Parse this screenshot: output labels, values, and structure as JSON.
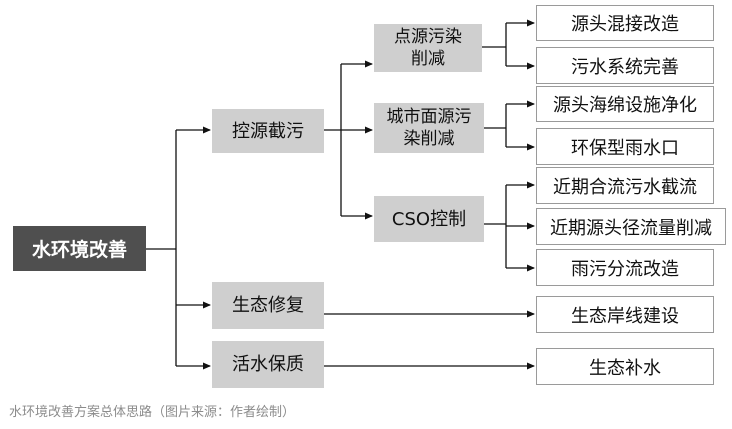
{
  "root": "水环境改善",
  "level1": {
    "control": "控源截污",
    "ecology": "生态修复",
    "water": "活水保质"
  },
  "level2": {
    "point": "点源污染削减",
    "urban": "城市面源污染削减",
    "cso": "CSO控制"
  },
  "leaves": {
    "l1": "源头混接改造",
    "l2": "污水系统完善",
    "l3": "源头海绵设施净化",
    "l4": "环保型雨水口",
    "l5": "近期合流污水截流",
    "l6": "近期源头径流量削减",
    "l7": "雨污分流改造",
    "l8": "生态岸线建设",
    "l9": "生态补水"
  },
  "caption": "水环境改善方案总体思路（图片来源：作者绘制）"
}
